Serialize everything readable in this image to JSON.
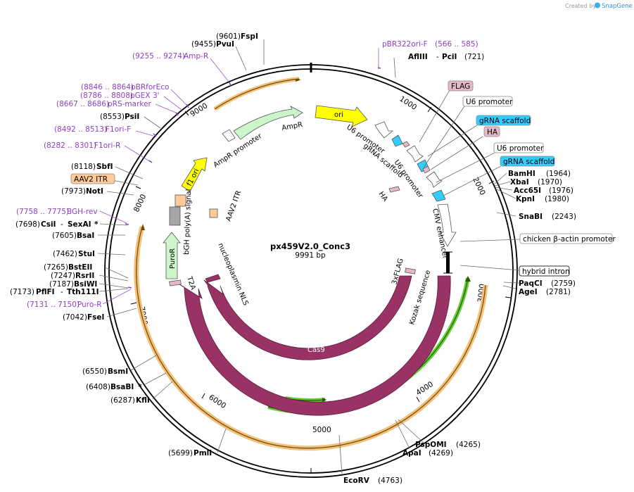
{
  "branding": {
    "created_by": "Created by",
    "product": "SnapGene"
  },
  "plasmid": {
    "name": "px459V2.0_Conc3",
    "size": "9991 bp"
  },
  "ruler": [
    "1000",
    "2000",
    "3000",
    "4000",
    "5000",
    "6000",
    "7000",
    "8000",
    "9000"
  ],
  "sites": {
    "fspi": {
      "pos": "(9601)",
      "name": "FspI"
    },
    "pvui": {
      "pos": "(9455)",
      "name": "PvuI"
    },
    "aflIII": {
      "name": "AflIII",
      "sep": "-",
      "name2": "PciI",
      "pos": "(721)"
    },
    "psii": {
      "pos": "(8553)",
      "name": "PsiI"
    },
    "sbfi": {
      "pos": "(8118)",
      "name": "SbfI"
    },
    "noti": {
      "pos": "(7973)",
      "name": "NotI"
    },
    "csii": {
      "pos": "(7698)",
      "name": "CsiI",
      "sep": "-",
      "name2": "SexAI",
      "star": "*"
    },
    "bsai": {
      "pos": "(7605)",
      "name": "BsaI"
    },
    "stui": {
      "pos": "(7462)",
      "name": "StuI"
    },
    "bsteii": {
      "pos": "(7265)",
      "name": "BstEII"
    },
    "rsrii": {
      "pos": "(7247)",
      "name": "RsrII"
    },
    "bsiwi": {
      "pos": "(7187)",
      "name": "BsiWI"
    },
    "pflfi": {
      "pos": "(7173)",
      "name": "PflFI",
      "sep": "-",
      "name2": "Tth111I"
    },
    "fsei": {
      "pos": "(7042)",
      "name": "FseI"
    },
    "bsmi": {
      "pos": "(6550)",
      "name": "BsmI"
    },
    "bsabi": {
      "pos": "(6408)",
      "name": "BsaBI",
      "star": "*"
    },
    "kfli": {
      "pos": "(6287)",
      "name": "KflI"
    },
    "pmli": {
      "pos": "(5699)",
      "name": "PmlI"
    },
    "ecorv": {
      "name": "EcoRV",
      "pos": "(4763)"
    },
    "apai": {
      "name": "ApaI",
      "pos": "(4269)"
    },
    "pspomi": {
      "name": "PspOMI",
      "pos": "(4265)"
    },
    "agei": {
      "name": "AgeI",
      "pos": "(2781)"
    },
    "paqci": {
      "name": "PaqCI",
      "pos": "(2759)"
    },
    "snabi": {
      "name": "SnaBI",
      "pos": "(2243)"
    },
    "kpni": {
      "name": "KpnI",
      "pos": "(1980)"
    },
    "acc65i": {
      "name": "Acc65I",
      "pos": "(1976)"
    },
    "xbai": {
      "name": "XbaI",
      "pos": "(1970)"
    },
    "bamhi": {
      "name": "BamHI",
      "pos": "(1964)"
    }
  },
  "primers": {
    "ampr": {
      "range": "(9255 .. 9274)",
      "name": "Amp-R"
    },
    "pbrforeco": {
      "range": "(8846 .. 8864)",
      "name": "pBRforEco"
    },
    "pgex3": {
      "range": "(8786 .. 8808)",
      "name": "pGEX 3'"
    },
    "prsmarker": {
      "range": "(8667 .. 8686)",
      "name": "pRS-marker"
    },
    "f1orif": {
      "range": "(8492 .. 8513)",
      "name": "F1ori-F"
    },
    "f1orir": {
      "range": "(8282 .. 8301)",
      "name": "F1ori-R"
    },
    "bghrev": {
      "range": "(7758 .. 7775)",
      "name": "BGH-rev"
    },
    "puror": {
      "range": "(7131 .. 7150)",
      "name": "Puro-R"
    },
    "pbr322": {
      "name": "pBR322ori-F",
      "range": "(566 .. 585)"
    }
  },
  "boxes": {
    "aav2itr_box": "AAV2 ITR",
    "flag": "FLAG",
    "u6_1": "U6 promoter",
    "grna_1": "gRNA scaffold",
    "ha": "HA",
    "u6_2": "U6 promoter",
    "grna_2": "gRNA scaffold",
    "cba": "chicken β-actin promoter",
    "hybrid": "hybrid intron"
  },
  "features": {
    "ori": "ori",
    "ampr": "AmpR",
    "ampr_promoter": "AmpR promoter",
    "f1ori": "f1 ori",
    "bgh": "bGH poly(A) signal",
    "aav2itr": "AAV2 ITR",
    "puror": "PuroR",
    "t2a": "T2A",
    "nls": "nucleoplasmin NLS",
    "cas9_inner": "Cas9",
    "cas9_outer": "Cas9",
    "u6_promoter_a": "U6 promoter",
    "grna_scaffold_a": "gRNA scaffold",
    "u6_promoter_b": "U6 promoter",
    "ha": "HA",
    "cmv": "CMV enhancer",
    "flag3x": "3xFLAG",
    "kozak": "Kozak sequence"
  },
  "colors": {
    "ori": "#ffff00",
    "ampr": "#ccf5cc",
    "cas9": "#993366",
    "grna": "#33ccff",
    "tag": "#e6b8c8",
    "itr": "#ffcc99",
    "bgh": "#a6a6a6",
    "orange_band": "#f2c07a",
    "green_band": "#66cc33",
    "primer": "#8e3fc7"
  }
}
